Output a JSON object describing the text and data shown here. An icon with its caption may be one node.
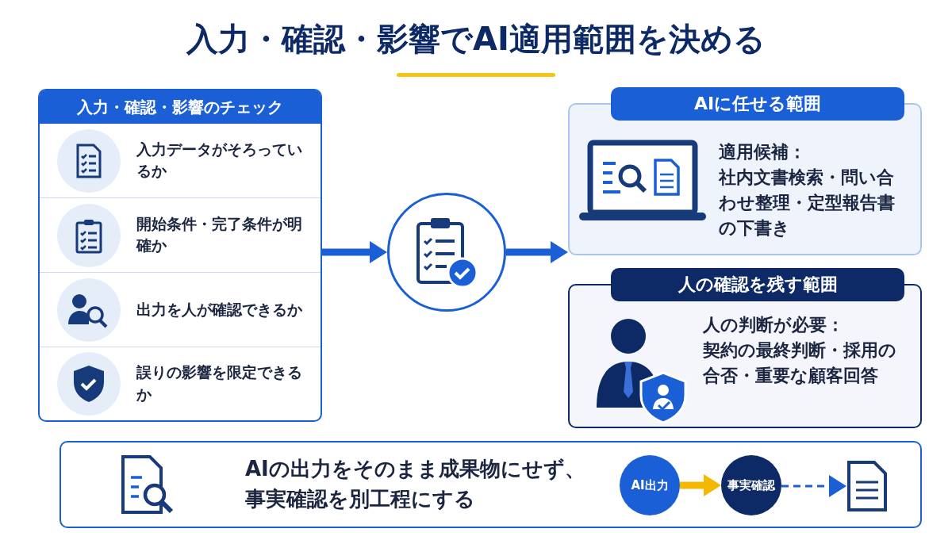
{
  "diagram": {
    "title": "入力・確認・影響でAI適用範囲を決める",
    "nodes": [
      {
        "text": [
          "入力・確認・影響のチェック"
        ]
      },
      {
        "text": [
          "入力データがそろっているか"
        ],
        "in": 0
      },
      {
        "text": [
          "開始条件・完了条件が明確か"
        ],
        "in": 0
      },
      {
        "text": [
          "出力を人が確認できるか"
        ],
        "in": 0
      },
      {
        "text": [
          "誤りの影響を限定できるか"
        ],
        "in": 0
      },
      {
        "text": [],
        "shape": "circle"
      },
      {
        "text": [
          "AIに任せる範囲",
          "適用候補：",
          "社内文書検索・問い合わせ整理・定型報告書の下書き"
        ]
      },
      {
        "text": [
          "人の確認を残す範囲",
          "人の判断が必要：",
          "契約の最終判断・採用の合否・重要な顧客回答"
        ]
      },
      {
        "text": [
          "AIの出力をそのまま成果物にせず、事実確認を別工程にする"
        ]
      },
      {
        "text": [
          "AI出力"
        ],
        "in": 8
      },
      {
        "text": [
          "事実確認"
        ],
        "in": 8
      },
      {
        "text": [],
        "shape": "document",
        "in": 8
      }
    ],
    "edges": [
      {
        "from": 0,
        "to": 5,
        "arrow": "to"
      },
      {
        "from": 5,
        "to": 6,
        "arrow": "to"
      },
      {
        "from": 9,
        "to": 10,
        "arrow": "to",
        "color": "#f5b800"
      },
      {
        "from": 10,
        "to": 11,
        "arrow": "to",
        "style": "dashed"
      }
    ]
  }
}
